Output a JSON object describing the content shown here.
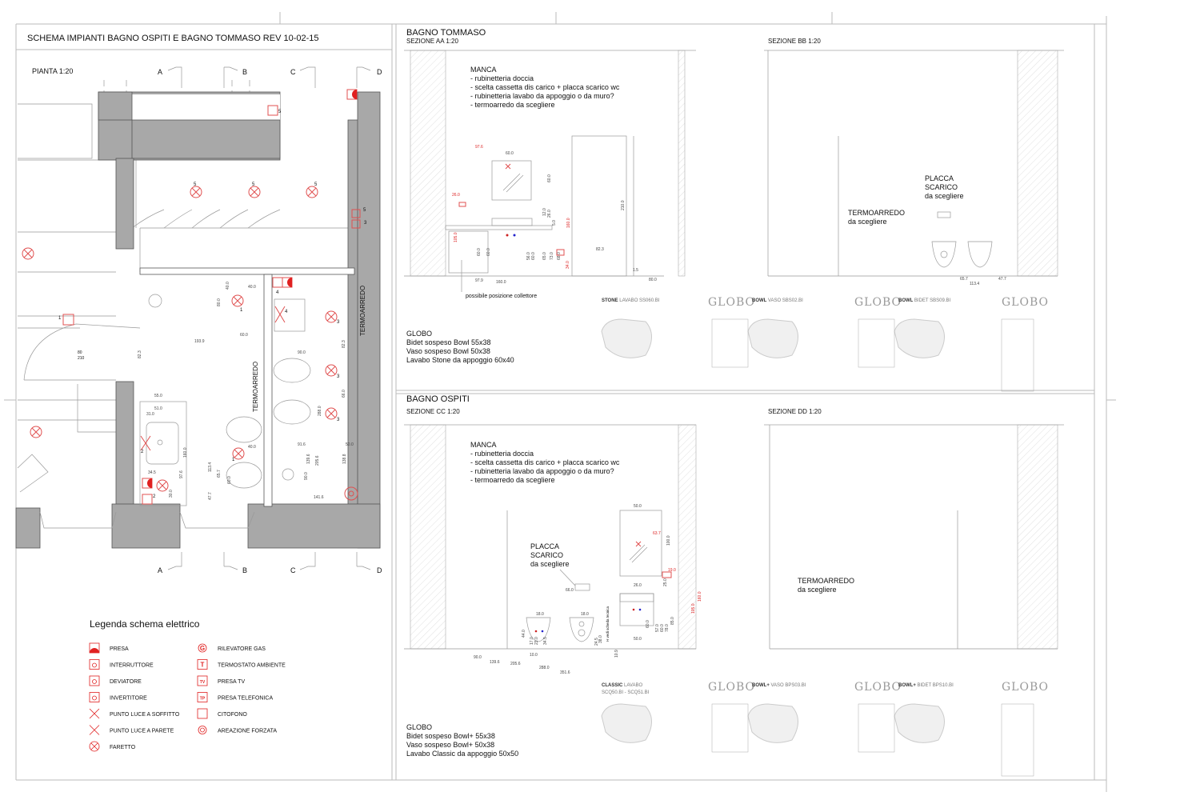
{
  "sheet": {
    "title": "SCHEMA IMPIANTI BAGNO OSPITI E BAGNO TOMMASO  REV 10-02-15"
  },
  "plan": {
    "label": "PIANTA 1:20",
    "section_markers": [
      "A",
      "B",
      "C",
      "D"
    ],
    "door_label_top": "80",
    "door_label_bottom": "210",
    "termoarredo_1": "TERMOARREDO",
    "termoarredo_2": "TERMOARREDO",
    "circuit_numbers": [
      "5",
      "5",
      "5",
      "5",
      "5",
      "3",
      "1",
      "1",
      "4",
      "4",
      "3",
      "3",
      "3",
      "2",
      "2",
      "1"
    ],
    "dimensions": [
      "40.0",
      "80.0",
      "40.0",
      "60.0",
      "193.9",
      "82.3",
      "90.0",
      "55.0",
      "51.0",
      "31.0",
      "160.0",
      "97.6",
      "34.5",
      "30.0",
      "113.4",
      "65.7",
      "47.7",
      "60.0",
      "40.0",
      "91.6",
      "50.0",
      "205.6",
      "288.0",
      "139.6",
      "90.0",
      "138.8",
      "141.6",
      "82.3",
      "66.0"
    ]
  },
  "legend": {
    "title": "Legenda schema elettrico",
    "items": [
      {
        "icon": "presa-icon",
        "label": "PRESA"
      },
      {
        "icon": "interruttore-icon",
        "label": "INTERRUTTORE"
      },
      {
        "icon": "deviatore-icon",
        "label": "DEVIATORE"
      },
      {
        "icon": "invertitore-icon",
        "label": "INVERTITORE"
      },
      {
        "icon": "punto-luce-soffitto-icon",
        "label": "PUNTO LUCE A SOFFITTO"
      },
      {
        "icon": "punto-luce-parete-icon",
        "label": "PUNTO LUCE A PARETE"
      },
      {
        "icon": "faretto-icon",
        "label": "FARETTO"
      },
      {
        "icon": "rilevatore-gas-icon",
        "label": "RILEVATORE GAS",
        "glyph": "G"
      },
      {
        "icon": "termostato-icon",
        "label": "TERMOSTATO AMBIENTE",
        "glyph": "T"
      },
      {
        "icon": "presa-tv-icon",
        "label": "PRESA TV",
        "glyph": "TV"
      },
      {
        "icon": "presa-telefonica-icon",
        "label": "PRESA TELEFONICA",
        "glyph": "TP"
      },
      {
        "icon": "citofono-icon",
        "label": "CITOFONO"
      },
      {
        "icon": "areazione-icon",
        "label": "AREAZIONE FORZATA"
      }
    ],
    "accent_color": "#e02020"
  },
  "bagno_tommaso": {
    "title": "BAGNO TOMMASO",
    "section_aa": "SEZIONE AA   1:20",
    "section_bb": "SEZIONE BB   1:20",
    "manca_title": "MANCA",
    "manca_items": [
      "- rubinetteria doccia",
      "- scelta cassetta dis carico + placca scarico wc",
      "- rubinetteria lavabo da appoggio o da muro?",
      "- termoarredo da scegliere"
    ],
    "collettore_note": "possibile posizione collettore",
    "placca_lines": [
      "PLACCA",
      "SCARICO",
      "da scegliere"
    ],
    "termoarredo_lines": [
      "TERMOARREDO",
      "da scegliere"
    ],
    "dimensions_aa": [
      "97.6",
      "60.0",
      "26.0",
      "60.0",
      "12.0",
      "26.0",
      "5.0",
      "160.0",
      "210.0",
      "105.0",
      "60.0",
      "60.0",
      "56.0",
      "60.0",
      "65.0",
      "73.0",
      "68.0",
      "34.0",
      "82.3",
      "1.5",
      "97.9",
      "160.0",
      "80.0"
    ],
    "dimensions_bb": [
      "65.7",
      "47.7",
      "113.4"
    ],
    "globo": {
      "title": "GLOBO",
      "lines": [
        "Bidet sospeso Bowl  55x38",
        "Vaso sospeso Bowl 50x38",
        "Lavabo Stone da appoggio 60x40"
      ]
    },
    "products": [
      {
        "brand": "",
        "name_bold": "STONE",
        "name": "LAVABO SS060.BI"
      },
      {
        "brand": "GLOBO",
        "name_bold": "BOWL",
        "name": "VASO SBS02.BI"
      },
      {
        "brand": "GLOBO",
        "name_bold": "BOWL",
        "name": "BIDET SBS09.BI"
      },
      {
        "brand": "GLOBO",
        "name_bold": "",
        "name": ""
      }
    ]
  },
  "bagno_ospiti": {
    "title": "BAGNO OSPITI",
    "section_cc": "SEZIONE CC    1:20",
    "section_dd": "SEZIONE DD   1:20",
    "manca_title": "MANCA",
    "manca_items": [
      "- rubinetteria doccia",
      "- scelta cassetta dis carico + placca scarico wc",
      "- rubinetteria lavabo da appoggio o da muro?",
      "- termoarredo da scegliere"
    ],
    "placca_lines": [
      "PLACCA",
      "SCARICO",
      "da scegliere"
    ],
    "termoarredo_lines": [
      "TERMOARREDO",
      "da scegliere"
    ],
    "scheda_tecnica": "H vedi scheda tecnica",
    "dimensions_cc": [
      "50.0",
      "63.7",
      "100.0",
      "19.0",
      "25.0",
      "26.0",
      "66.0",
      "18.0",
      "18.0",
      "44.0",
      "17.0",
      "23.0",
      "34.5",
      "24.5",
      "38.0",
      "60.0",
      "50.0",
      "57.0",
      "60.0",
      "78.0",
      "85.0",
      "105.0",
      "160.0",
      "10.0",
      "10.9",
      "90.0",
      "139.6",
      "205.6",
      "288.0",
      "351.6"
    ],
    "globo": {
      "title": "GLOBO",
      "lines": [
        "Bidet sospeso Bowl+  55x38",
        "Vaso sospeso Bowl+ 50x38",
        "Lavabo Classic da appoggio 50x50"
      ]
    },
    "products": [
      {
        "brand": "",
        "name_bold": "CLASSIC",
        "name": "LAVABO",
        "name2": "SCQ50.BI - SCQ51.BI"
      },
      {
        "brand": "GLOBO",
        "name_bold": "BOWL+",
        "name": "VASO BPS03.BI"
      },
      {
        "brand": "GLOBO",
        "name_bold": "BOWL+",
        "name": "BIDET BPS10.BI"
      },
      {
        "brand": "GLOBO",
        "name_bold": "",
        "name": ""
      }
    ]
  }
}
